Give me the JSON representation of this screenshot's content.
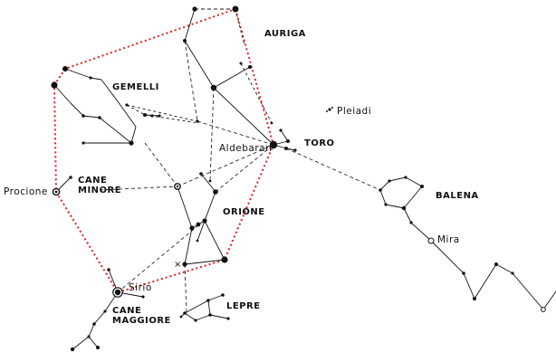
{
  "labels": {
    "auriga": "AURIGA",
    "gemelli": "GEMELLI",
    "pleiadi": "Pleiadi",
    "toro": "TORO",
    "aldebaran": "Aldebaran",
    "procione": "Procione",
    "cane_minore_1": "CANE",
    "cane_minore_2": "MINORE",
    "balena": "BALENA",
    "orione": "ORIONE",
    "mira": "Mira",
    "sirio": "Sirio",
    "lepre": "LEPRE",
    "cane_maggiore_1": "CANE",
    "cane_maggiore_2": "MAGGIORE"
  },
  "colors": {
    "ink": "#111111",
    "hexagon": "#e0201e"
  }
}
